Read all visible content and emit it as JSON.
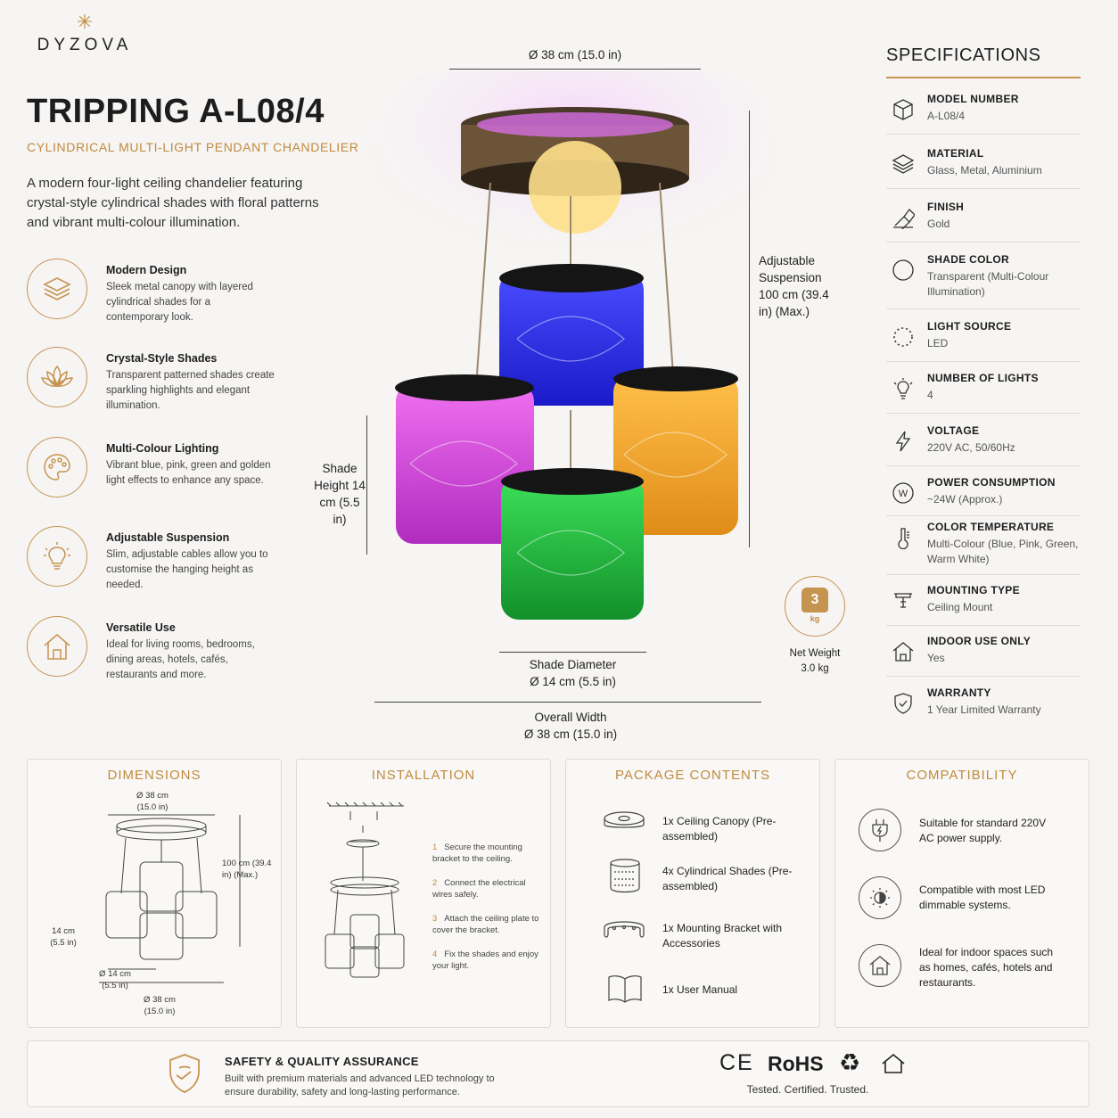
{
  "brand": {
    "name": "DYZOVA"
  },
  "product": {
    "title": "TRIPPING A-L08/4",
    "subtitle": "CYLINDRICAL MULTI-LIGHT PENDANT CHANDELIER",
    "description": "A modern four-light ceiling chandelier featuring crystal-style cylindrical shades with floral patterns and vibrant multi-colour illumination."
  },
  "features": [
    {
      "title": "Modern Design",
      "body": "Sleek metal canopy with layered cylindrical shades for a contemporary look.",
      "icon": "layers-icon"
    },
    {
      "title": "Crystal-Style Shades",
      "body": "Transparent patterned shades create sparkling highlights and elegant illumination.",
      "icon": "lotus-icon"
    },
    {
      "title": "Multi-Colour Lighting",
      "body": "Vibrant blue, pink, green and golden light effects to enhance any space.",
      "icon": "palette-icon"
    },
    {
      "title": "Adjustable Suspension",
      "body": "Slim, adjustable cables allow you to customise the hanging height as needed.",
      "icon": "bulb-icon"
    },
    {
      "title": "Versatile Use",
      "body": "Ideal for living rooms, bedrooms, dining areas, hotels, cafés, restaurants and more.",
      "icon": "home-icon"
    }
  ],
  "dimensions_main": {
    "top_width": "Ø 38 cm (15.0 in)",
    "suspension": "Adjustable Suspension 100 cm (39.4 in) (Max.)",
    "shade_height": "Shade Height 14 cm (5.5 in)",
    "shade_diameter_label": "Shade Diameter",
    "shade_diameter": "Ø 14 cm (5.5 in)",
    "overall_label": "Overall Width",
    "overall": "Ø 38 cm (15.0 in)"
  },
  "weight": {
    "badge_num": "3",
    "badge_unit": "kg",
    "label": "Net Weight",
    "value": "3.0 kg"
  },
  "specs": {
    "heading": "SPECIFICATIONS",
    "items": [
      {
        "label": "MODEL NUMBER",
        "value": "A-L08/4",
        "icon": "cube-icon"
      },
      {
        "label": "MATERIAL",
        "value": "Glass, Metal, Aluminium",
        "icon": "layers-icon"
      },
      {
        "label": "FINISH",
        "value": "Gold",
        "icon": "brush-icon"
      },
      {
        "label": "SHADE COLOR",
        "value": "Transparent (Multi-Colour Illumination)",
        "icon": "circle-icon"
      },
      {
        "label": "LIGHT SOURCE",
        "value": "LED",
        "icon": "dotted-circle-icon"
      },
      {
        "label": "NUMBER OF LIGHTS",
        "value": "4",
        "icon": "bulb-icon"
      },
      {
        "label": "VOLTAGE",
        "value": "220V AC, 50/60Hz",
        "icon": "bolt-icon"
      },
      {
        "label": "POWER CONSUMPTION",
        "value": "~24W (Approx.)",
        "icon": "watt-icon"
      },
      {
        "label": "COLOR TEMPERATURE",
        "value": "Multi-Colour (Blue, Pink, Green, Warm White)",
        "icon": "thermometer-icon"
      },
      {
        "label": "MOUNTING TYPE",
        "value": "Ceiling Mount",
        "icon": "ceiling-mount-icon"
      },
      {
        "label": "INDOOR USE ONLY",
        "value": "Yes",
        "icon": "home-icon"
      },
      {
        "label": "WARRANTY",
        "value": "1 Year Limited Warranty",
        "icon": "shield-icon"
      }
    ]
  },
  "panels": {
    "dimensions": {
      "heading": "DIMENSIONS",
      "top": "Ø 38 cm (15.0 in)",
      "height": "100 cm (39.4 in) (Max.)",
      "shade_h": "14 cm (5.5 in)",
      "shade_d": "Ø 14 cm (5.5 in)",
      "overall": "Ø 38 cm (15.0 in)"
    },
    "installation": {
      "heading": "INSTALLATION",
      "steps": [
        {
          "n": "1",
          "text": "Secure the mounting bracket to the ceiling."
        },
        {
          "n": "2",
          "text": "Connect the electrical wires safely."
        },
        {
          "n": "3",
          "text": "Attach the ceiling plate to cover the bracket."
        },
        {
          "n": "4",
          "text": "Fix the shades and enjoy your light."
        }
      ]
    },
    "package": {
      "heading": "PACKAGE CONTENTS",
      "items": [
        {
          "text": "1x Ceiling Canopy (Pre-assembled)",
          "icon": "canopy-icon"
        },
        {
          "text": "4x Cylindrical Shades (Pre-assembled)",
          "icon": "shade-icon"
        },
        {
          "text": "1x Mounting Bracket with Accessories",
          "icon": "bracket-icon"
        },
        {
          "text": "1x User Manual",
          "icon": "manual-icon"
        }
      ]
    },
    "compatibility": {
      "heading": "COMPATIBILITY",
      "items": [
        {
          "text": "Suitable for standard 220V AC power supply.",
          "icon": "plug-icon"
        },
        {
          "text": "Compatible with most LED dimmable systems.",
          "icon": "dimmer-icon"
        },
        {
          "text": "Ideal for indoor spaces such as homes, cafés, hotels and restaurants.",
          "icon": "home-icon"
        }
      ]
    }
  },
  "safety": {
    "title": "SAFETY & QUALITY ASSURANCE",
    "body": "Built with premium materials and advanced LED technology to ensure durability, safety and long-lasting performance.",
    "marks": {
      "ce": "CE",
      "rohs": "RoHS",
      "recycle": "♻"
    },
    "tagline": "Tested. Certified. Trusted."
  },
  "colors": {
    "accent": "#c08a3e",
    "blue": "#2a2cf0",
    "pink": "#e040e8",
    "green": "#22c03a",
    "amber": "#f0a428"
  }
}
